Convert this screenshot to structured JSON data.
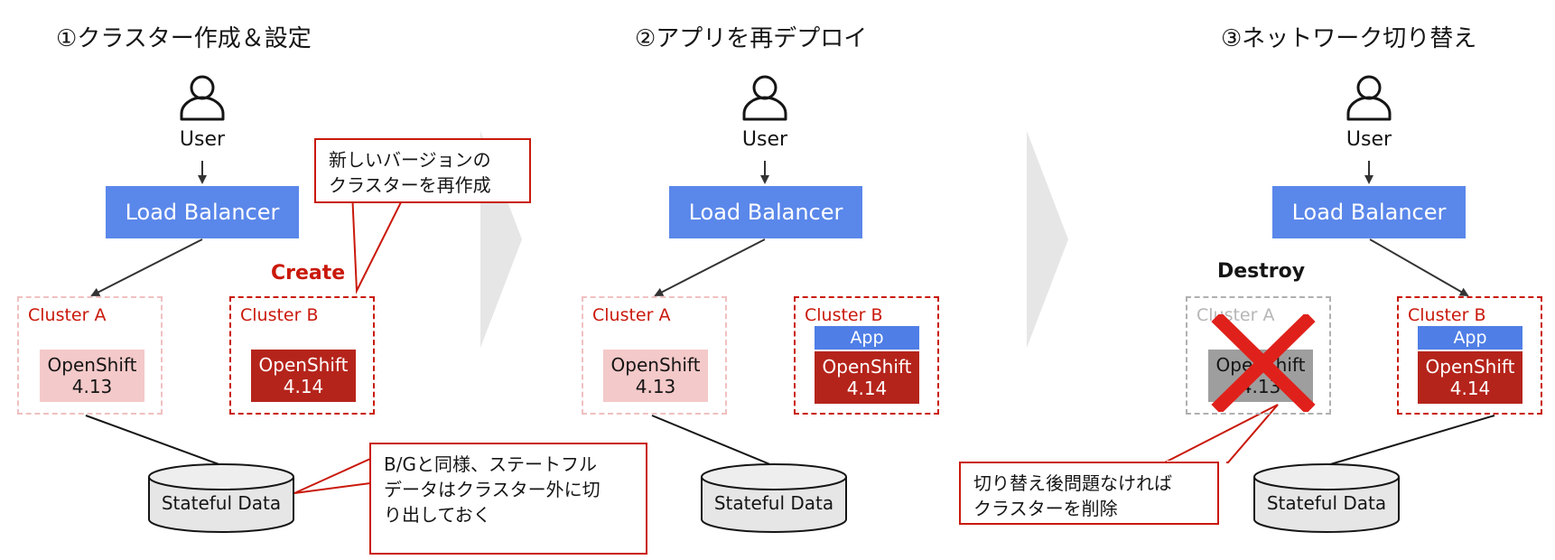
{
  "steps": [
    {
      "title": "①クラスター作成＆設定",
      "user": "User",
      "lb": "Load Balancer"
    },
    {
      "title": "②アプリを再デプロイ",
      "user": "User",
      "lb": "Load Balancer"
    },
    {
      "title": "③ネットワーク切り替え",
      "user": "User",
      "lb": "Load Balancer"
    }
  ],
  "clusters": {
    "a_label": "Cluster A",
    "b_label": "Cluster B",
    "os_name": "OpenShift",
    "old_version": "4.13",
    "new_version": "4.14",
    "app_label": "App"
  },
  "storage": {
    "label": "Stateful Data"
  },
  "annotations": {
    "create": "Create",
    "destroy": "Destroy"
  },
  "callouts": {
    "recreate": [
      "新しいバージョンの",
      "クラスターを再作成"
    ],
    "stateful": [
      "B/Gと同様、ステートフル",
      "データはクラスター外に切",
      "り出しておく"
    ],
    "delete": [
      "切り替え後問題なければ",
      "クラスターを削除"
    ]
  },
  "colors": {
    "accent_red": "#c9190b",
    "lb_blue": "#5a87ea",
    "app_blue": "#4f7ee6",
    "os_pink": "#f4c9c9",
    "os_red": "#b5241b",
    "os_gray": "#9e9e9e",
    "chevron_gray": "#e6e6e6",
    "cross_red": "#e0211b"
  }
}
